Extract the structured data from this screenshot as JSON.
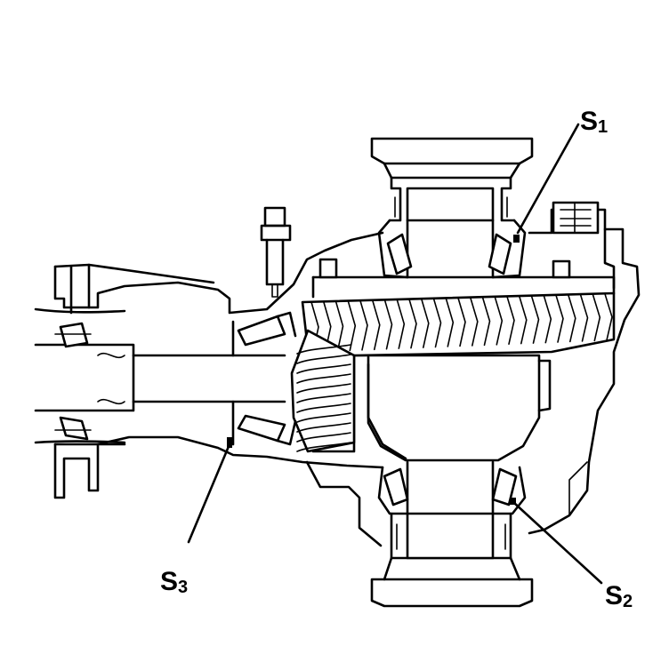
{
  "diagram": {
    "labels": {
      "s1": {
        "main": "S",
        "sub": "1"
      },
      "s2": {
        "main": "S",
        "sub": "2"
      },
      "s3": {
        "main": "S",
        "sub": "3"
      }
    },
    "colors": {
      "ink": "#000000",
      "paper": "#ffffff"
    }
  }
}
